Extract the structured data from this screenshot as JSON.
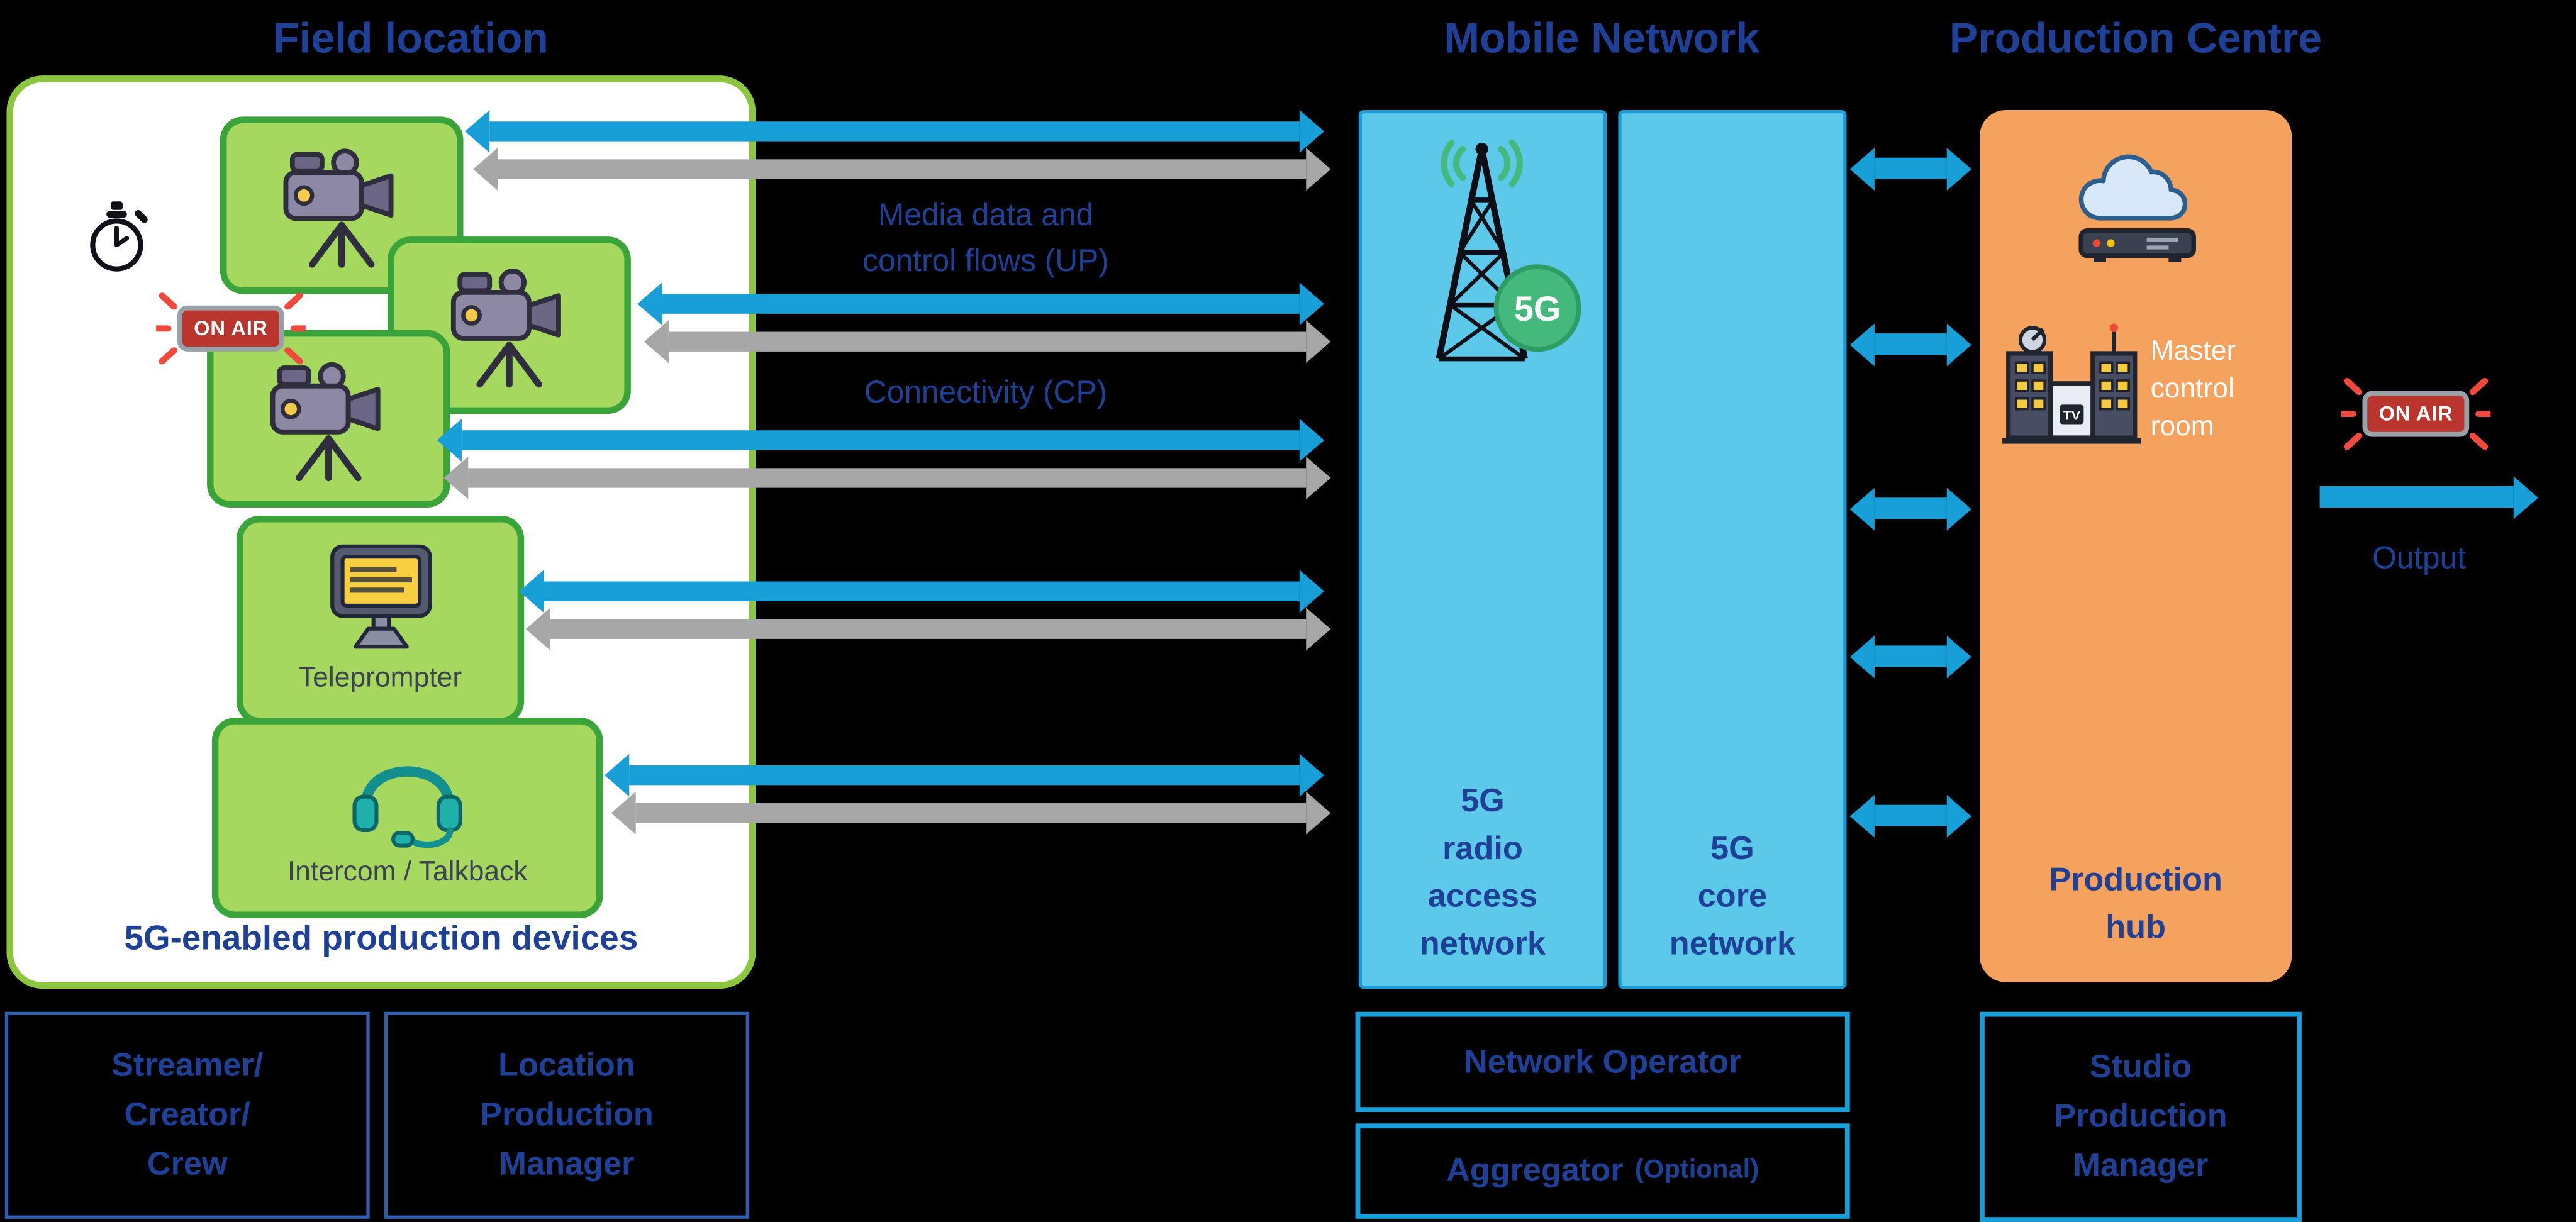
{
  "field": {
    "title": "Field location",
    "on_air": "ON AIR",
    "teleprompter": "Teleprompter",
    "intercom": "Intercom / Talkback",
    "devices_caption": "5G-enabled production devices"
  },
  "flows": {
    "media": "Media data and\ncontrol flows (UP)",
    "connectivity": "Connectivity (CP)"
  },
  "mobile": {
    "title": "Mobile Network",
    "badge": "5G",
    "ran": "5G\nradio\naccess\nnetwork",
    "core": "5G\ncore\nnetwork",
    "operator": "Network Operator",
    "aggregator": "Aggregator",
    "aggregator_note": "(Optional)"
  },
  "production": {
    "title": "Production Centre",
    "tv": "TV",
    "master_control": "Master\ncontrol\nroom",
    "hub": "Production\nhub",
    "on_air": "ON AIR",
    "output": "Output"
  },
  "roles": {
    "streamer": "Streamer/\nCreator/\nCrew",
    "location_manager": "Location\nProduction\nManager",
    "studio_manager": "Studio\nProduction\nManager"
  },
  "colors": {
    "arrow_blue": "#189fd7",
    "arrow_gray": "#a7a7a7",
    "network_fill": "#5cc8ea",
    "hub_fill": "#f6a25f",
    "device_green": "#a6d75f",
    "device_border": "#3aa43a",
    "panel_border": "#8cc63f",
    "navy_text": "#1e4096",
    "on_air_red": "#b9352e"
  },
  "icons": {
    "stopwatch": "stopwatch-icon",
    "camera": "video-camera-icon",
    "teleprompter": "teleprompter-icon",
    "intercom": "headset-icon",
    "tower": "5g-tower-icon",
    "cloud_server": "cloud-server-icon",
    "tv_station": "tv-station-icon",
    "on_air": "on-air-sign"
  }
}
